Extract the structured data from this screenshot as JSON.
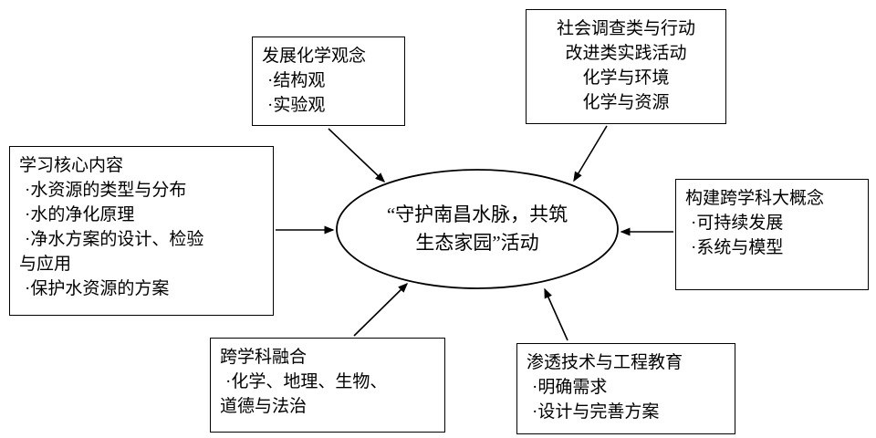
{
  "diagram": {
    "type": "concept-map",
    "line_color": "#000000",
    "background_color": "#ffffff"
  },
  "center": {
    "line1": "“守护南昌水脉，共筑",
    "line2": "生态家园”活动"
  },
  "boxes": {
    "develop_concepts": {
      "lines": [
        "发展化学观念",
        "·结构观",
        "·实验观"
      ]
    },
    "practice": {
      "lines": [
        "社会调查类与行动",
        "改进类实践活动",
        "化学与环境",
        "化学与资源"
      ]
    },
    "core_content": {
      "lines": [
        "学习核心内容",
        "·水资源的类型与分布",
        "·水的净化原理",
        "·净水方案的设计、检验",
        "与应用",
        "·保护水资源的方案"
      ]
    },
    "big_concepts": {
      "lines": [
        "构建跨学科大概念",
        "·可持续发展",
        "·系统与模型"
      ]
    },
    "integration": {
      "lines": [
        "跨学科融合",
        "·化学、地理、生物、",
        "道德与法治"
      ]
    },
    "tech_engineering": {
      "lines": [
        "渗透技术与工程教育",
        "·明确需求",
        "·设计与完善方案"
      ]
    }
  }
}
